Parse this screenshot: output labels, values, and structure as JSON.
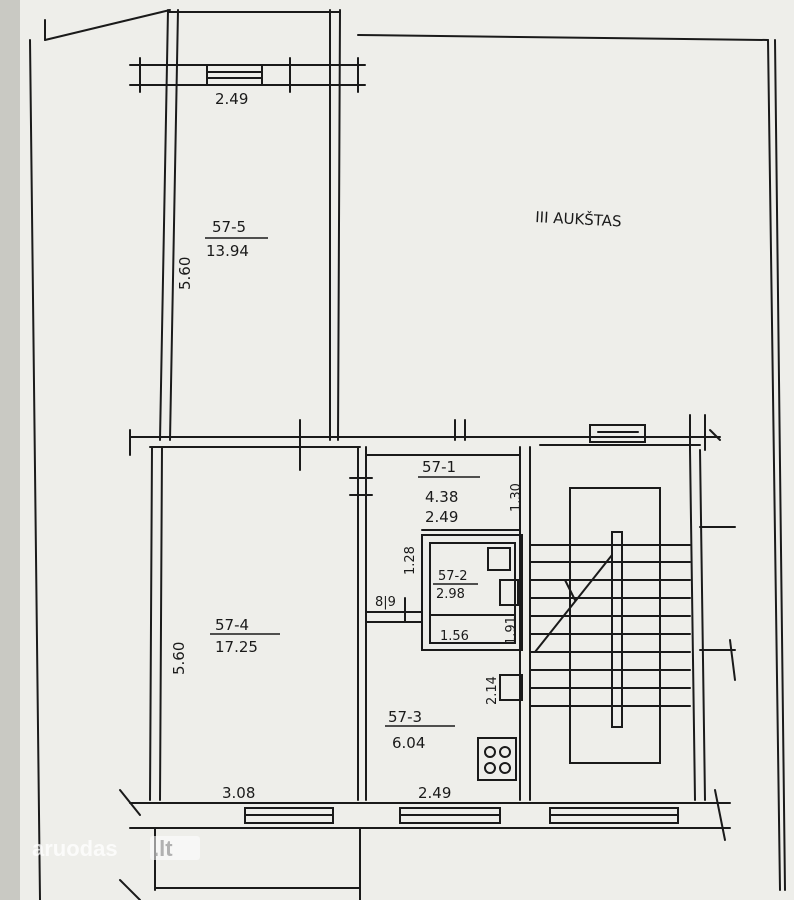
{
  "floor_label": "III AUKŠTAS",
  "rooms": [
    {
      "code": "57-5",
      "area": "13.94"
    },
    {
      "code": "57-4",
      "area": "17.25"
    },
    {
      "code": "57-1",
      "area": "4.38"
    },
    {
      "code": "57-2",
      "area": "2.98"
    },
    {
      "code": "57-3",
      "area": "6.04"
    }
  ],
  "dimensions": {
    "d_249_top": "2.49",
    "d_560_upper": "5.60",
    "d_560_lower": "5.60",
    "d_130": "1.30",
    "d_249_mid": "2.49",
    "d_128": "1.28",
    "d_89": "8|9",
    "d_156": "1.56",
    "d_191": "1.91",
    "d_214": "2.14",
    "d_308": "3.08",
    "d_249_bottom": "2.49"
  },
  "watermark": {
    "brand": "aruodas",
    "tld": ".lt"
  },
  "colors": {
    "paper": "#f1f1ee",
    "ink": "#1a1a1a"
  }
}
